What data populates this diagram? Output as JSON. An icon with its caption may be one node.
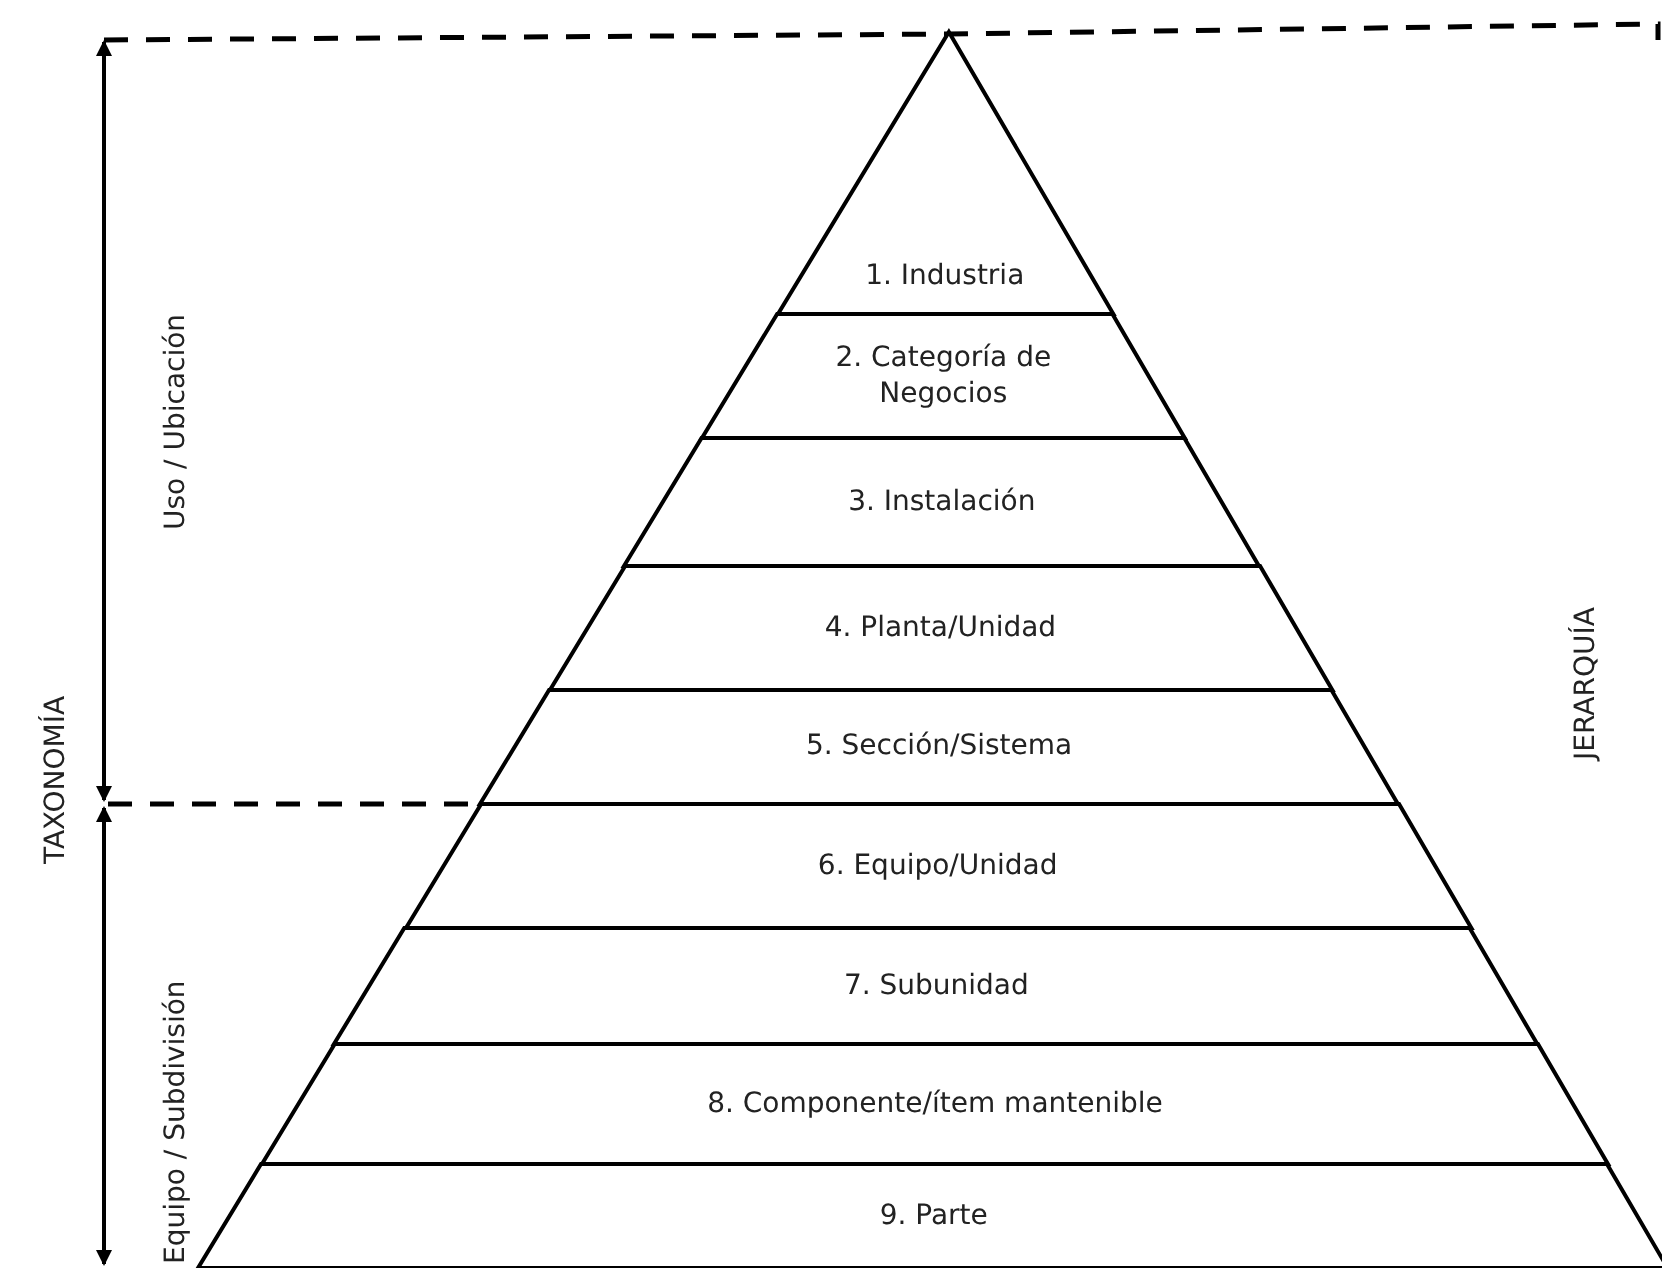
{
  "diagram": {
    "nodes": [
      {
        "text": [
          "1. Industria"
        ]
      },
      {
        "text": [
          "2. Categoría de Negocios"
        ]
      },
      {
        "text": [
          "3. Instalación"
        ]
      },
      {
        "text": [
          "4. Planta/Unidad"
        ]
      },
      {
        "text": [
          "5. Sección/Sistema"
        ]
      },
      {
        "text": [
          "6. Equipo/Unidad"
        ]
      },
      {
        "text": [
          "7. Subunidad"
        ]
      },
      {
        "text": [
          "8. Componente/ítem mantenible"
        ]
      },
      {
        "text": [
          "9. Parte"
        ]
      }
    ],
    "labels": [
      "Uso / Ubicación",
      "TAXONOMÍA",
      "Equipo / Subdivisión",
      "JERARQUÍA"
    ]
  }
}
